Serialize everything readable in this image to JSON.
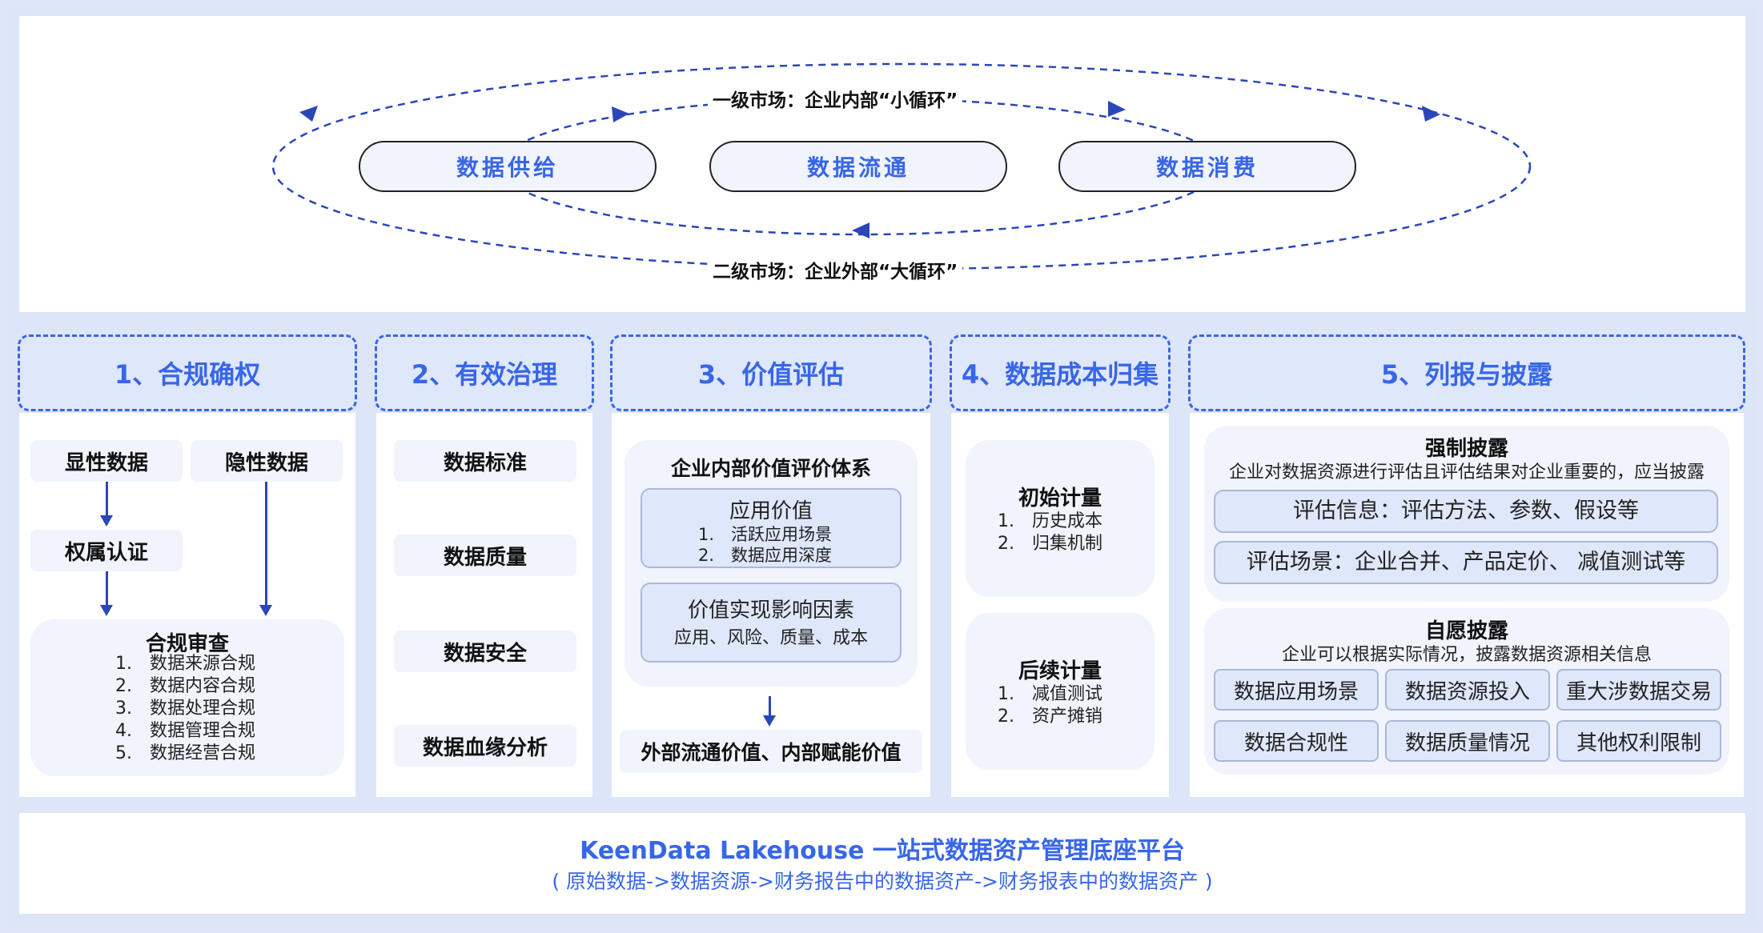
{
  "top": {
    "supply": "数据供给",
    "circulation": "数据流通",
    "consumption": "数据消费",
    "primary_market": "一级市场：企业内部“小循环”",
    "secondary_market": "二级市场：企业外部“大循环”"
  },
  "columns": [
    {
      "title": "1、合规确权"
    },
    {
      "title": "2、有效治理"
    },
    {
      "title": "3、价值评估"
    },
    {
      "title": "4、数据成本归集"
    },
    {
      "title": "5、列报与披露"
    }
  ],
  "col1": {
    "explicit": "显性数据",
    "implicit": "隐性数据",
    "ownership": "权属认证",
    "review_title": "合规审查",
    "review_items": [
      "1.　数据来源合规",
      "2.　数据内容合规",
      "3.　数据处理合规",
      "4.　数据管理合规",
      "5.　数据经营合规"
    ]
  },
  "col2": {
    "items": [
      "数据标准",
      "数据质量",
      "数据安全",
      "数据血缘分析"
    ]
  },
  "col3": {
    "system_title": "企业内部价值评价体系",
    "app_value_title": "应用价值",
    "app_value_items": [
      "1.　活跃应用场景",
      "2.　数据应用深度"
    ],
    "factor_title": "价值实现影响因素",
    "factor_text": "应用、风险、质量、成本",
    "result": "外部流通价值、内部赋能价值"
  },
  "col4": {
    "initial_title": "初始计量",
    "initial_items": [
      "1.　历史成本",
      "2.　归集机制"
    ],
    "subsequent_title": "后续计量",
    "subsequent_items": [
      "1.　减值测试",
      "2.　资产摊销"
    ]
  },
  "col5": {
    "mandatory_title": "强制披露",
    "mandatory_desc": "企业对数据资源进行评估且评估结果对企业重要的，应当披露",
    "mandatory_items": [
      "评估信息：评估方法、参数、假设等",
      "评估场景：企业合并、产品定价、 减值测试等"
    ],
    "voluntary_title": "自愿披露",
    "voluntary_desc": "企业可以根据实际情况，披露数据资源相关信息",
    "voluntary_items": [
      "数据应用场景",
      "数据资源投入",
      "重大涉数据交易",
      "数据合规性",
      "数据质量情况",
      "其他权利限制"
    ]
  },
  "bottom": {
    "title": "KeenData Lakehouse 一站式数据资产管理底座平台",
    "subtitle": "( 原始数据->数据资源->财务报告中的数据资产->财务报表中的数据资产 )"
  }
}
